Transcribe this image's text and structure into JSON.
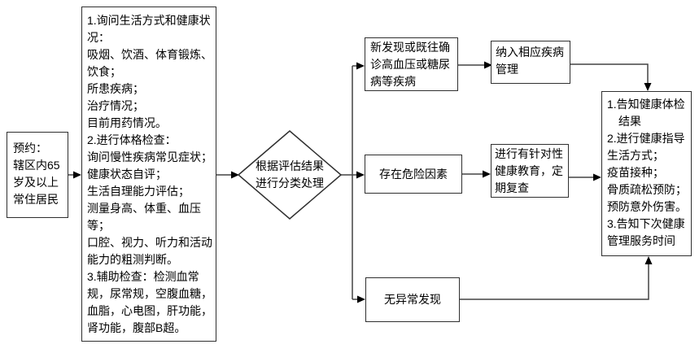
{
  "flowchart": {
    "start": {
      "lines": [
        "预约：",
        "辖区内65",
        "岁及以上",
        "常住居民"
      ]
    },
    "assessment": {
      "lines": [
        "1.询问生活方式和健康状况：",
        "吸烟、饮酒、体育锻炼、饮食；",
        "所患疾病；",
        "治疗情况；",
        "目前用药情况。",
        "2.进行体格检查：",
        "询问慢性疾病常见症状；",
        "健康状态自评；",
        "生活自理能力评估；",
        "测量身高、体重、血压等；",
        "口腔、视力、听力和活动能力的粗测判断。",
        "3.辅助检查：检测血常规，尿常规，空腹血糖，血脂，心电图，肝功能，肾功能，腹部B超。"
      ]
    },
    "decision": {
      "lines": [
        "根据评估结果",
        "进行分类处理"
      ]
    },
    "branch_disease": {
      "text": "新发现或既往确诊高血压或糖尿病等疾病"
    },
    "disease_management": {
      "text": "纳入相应疾病管理"
    },
    "branch_risk": {
      "text": "存在危险因素"
    },
    "health_education": {
      "text": "进行有针对性健康教育，定期复查"
    },
    "branch_normal": {
      "text": "无异常发现"
    },
    "result": {
      "lines": [
        "1.告知健康体检",
        "　结果",
        "2.进行健康指导",
        "生活方式；",
        "疫苗接种；",
        "骨质疏松预防；",
        "预防意外伤害。",
        "3.告知下次健康",
        "管理服务时间"
      ]
    }
  },
  "colors": {
    "background": "#ffffff",
    "box_border": "#2f2f2f",
    "connector_line": "#444444",
    "arrowhead": "#000000",
    "text": "#000000"
  }
}
